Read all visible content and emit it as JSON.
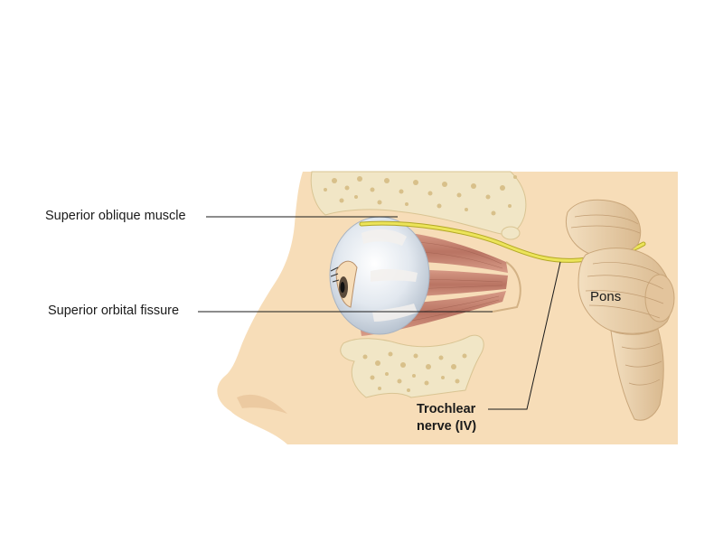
{
  "labels": {
    "superior_oblique": "Superior oblique muscle",
    "superior_orbital_fissure": "Superior orbital fissure",
    "pons": "Pons",
    "trochlear_line1": "Trochlear",
    "trochlear_line2": "nerve (IV)"
  },
  "colors": {
    "skin": "#f7ddb8",
    "bone": "#f1e6c6",
    "bone_pore": "#d8c08a",
    "muscle": "#c98a78",
    "eyeball": "#dfe6ee",
    "nerve": "#e6e04a",
    "brainstem": "#ecd2ae"
  }
}
